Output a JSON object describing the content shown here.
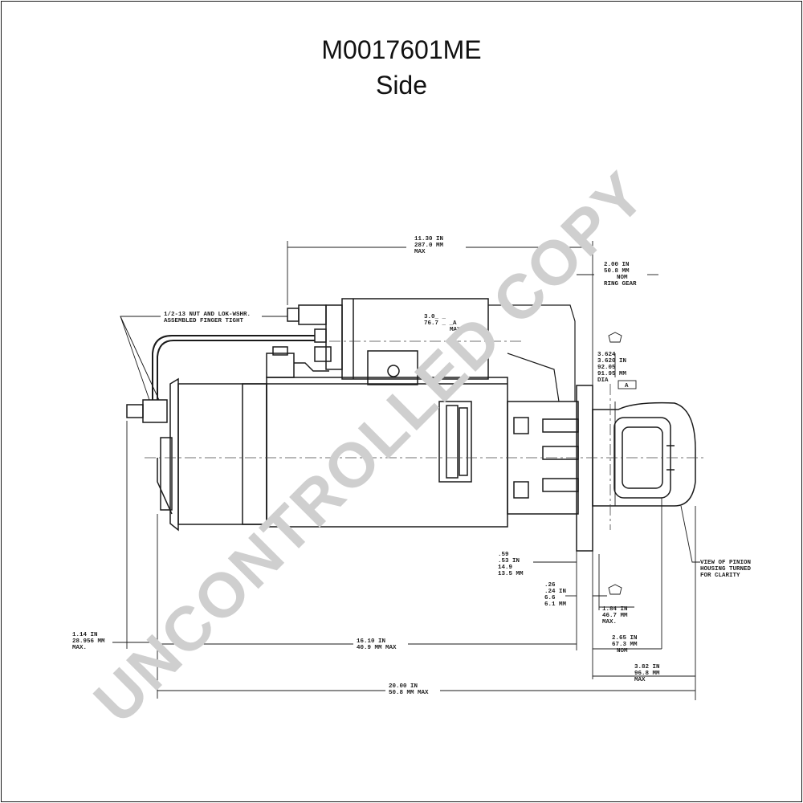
{
  "title": "M0017601ME",
  "subtitle": "Side",
  "watermark": "UNCONTROLLED COPY",
  "labels": {
    "top_length": [
      "11.30 IN",
      "287.0 MM",
      "MAX"
    ],
    "ring_gear": [
      "2.00 IN",
      "50.8 MM",
      "NOM",
      "RING GEAR"
    ],
    "nut_note": [
      "1/2-13 NUT AND LOK-WSHR.",
      "ASSEMBLED FINGER TIGHT"
    ],
    "solenoid_dia": [
      "3.0_ _",
      "76.7 _ _A",
      "MAX"
    ],
    "flange_dia": [
      "3.624",
      "3.620 IN",
      "92.05",
      "91.95 MM",
      "DIA"
    ],
    "datum_a": "A",
    "pinion_note": [
      "VIEW OF PINION",
      "HOUSING TURNED",
      "FOR CLARITY"
    ],
    "offset_59": [
      ".59",
      ".53 IN",
      "14.9",
      "13.5 MM"
    ],
    "offset_26": [
      ".26",
      ".24 IN",
      "6.6",
      "6.1 MM"
    ],
    "dim_184": [
      "1.84 IN",
      "46.7 MM",
      "MAX."
    ],
    "dim_265": [
      "2.65 IN",
      "67.3 MM",
      "NOM"
    ],
    "dim_114": [
      "1.14 IN",
      "28.956 MM",
      "MAX."
    ],
    "dim_1610": [
      "16.10 IN",
      "40.9 MM MAX"
    ],
    "dim_382": [
      "3.82 IN",
      "96.8 MM",
      "MAX"
    ],
    "dim_2000": [
      "20.00 IN",
      "50.8 MM MAX"
    ]
  }
}
